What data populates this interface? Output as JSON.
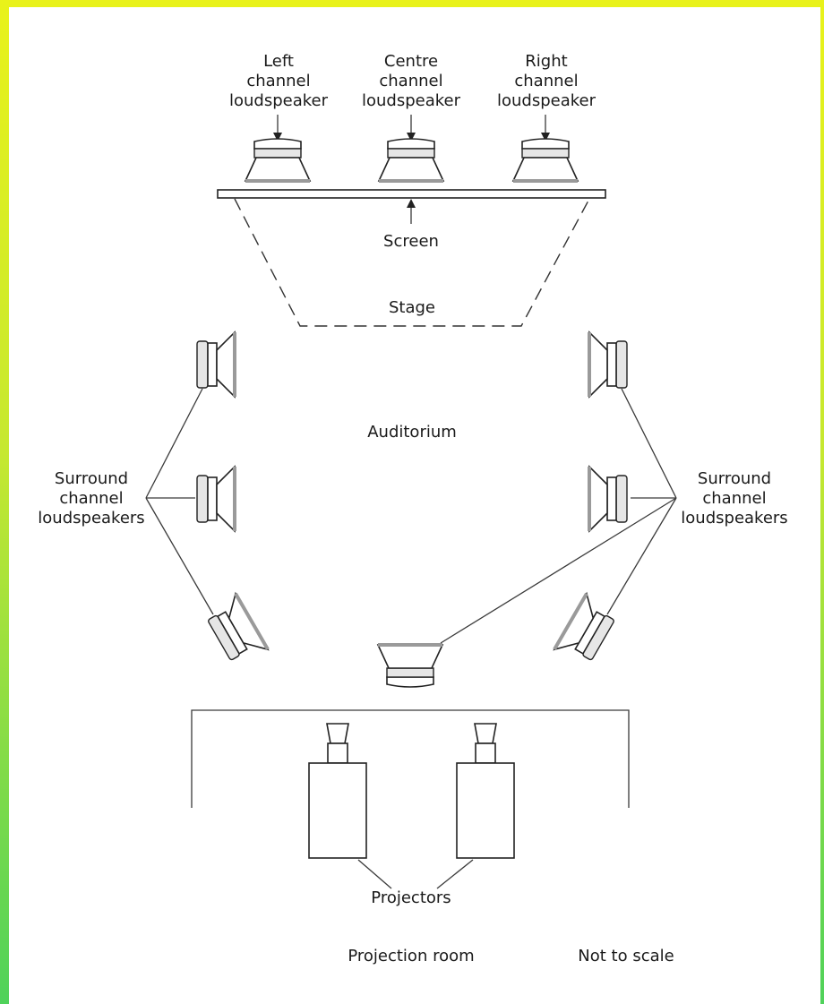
{
  "labels": {
    "left_speaker": [
      "Left",
      "channel",
      "loudspeaker"
    ],
    "centre_speaker": [
      "Centre",
      "channel",
      "loudspeaker"
    ],
    "right_speaker": [
      "Right",
      "channel",
      "loudspeaker"
    ],
    "screen": "Screen",
    "stage": "Stage",
    "auditorium": "Auditorium",
    "surround_left": [
      "Surround",
      "channel",
      "loudspeakers"
    ],
    "surround_right": [
      "Surround",
      "channel",
      "loudspeakers"
    ],
    "projectors": "Projectors",
    "projection_room": "Projection room",
    "not_to_scale": "Not to scale"
  },
  "colors": {
    "frame_top": "#e9f21a",
    "frame_bottom": "#4fd25a",
    "line": "#222222"
  },
  "icons": [
    "loudspeaker-icon",
    "projector-icon"
  ]
}
